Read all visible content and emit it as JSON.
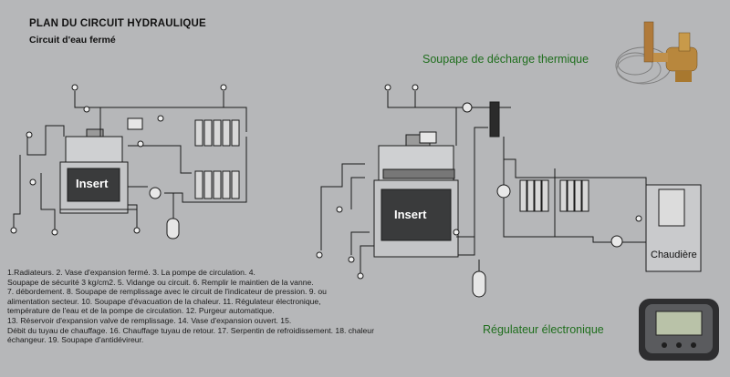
{
  "header": {
    "title": "PLAN DU CIRCUIT HYDRAULIQUE",
    "subtitle": "Circuit d'eau fermé"
  },
  "callouts": {
    "valve": "Soupape de décharge thermique",
    "regulator": "Régulateur électronique"
  },
  "diagram": {
    "insert_left": "Insert",
    "insert_right": "Insert",
    "boiler": "Chaudière"
  },
  "legend": [
    "1.Radiateurs. 2. Vase d'expansion fermé. 3. La pompe de circulation. 4.",
    "Soupape de sécurité 3 kg/cm2. 5. Vidange ou circuit. 6. Remplir le maintien de la vanne.",
    "7. débordement. 8. Soupape de remplissage avec le circuit de l'indicateur de pression. 9. ou",
    "alimentation secteur. 10. Soupape d'évacuation de la chaleur. 11. Régulateur électronique,",
    "température de l'eau et de la pompe de circulation. 12. Purgeur automatique.",
    "13. Réservoir d'expansion valve de remplissage. 14. Vase d'expansion ouvert. 15.",
    "Débit du tuyau de chauffage. 16. Chauffage tuyau de retour. 17. Serpentin de refroidissement. 18. chaleur",
    "échangeur. 19. Soupape d'antidévireur."
  ],
  "colors": {
    "background": "#b6b7b9",
    "callout_green": "#1f6e1d",
    "line": "#1b1b1b"
  }
}
